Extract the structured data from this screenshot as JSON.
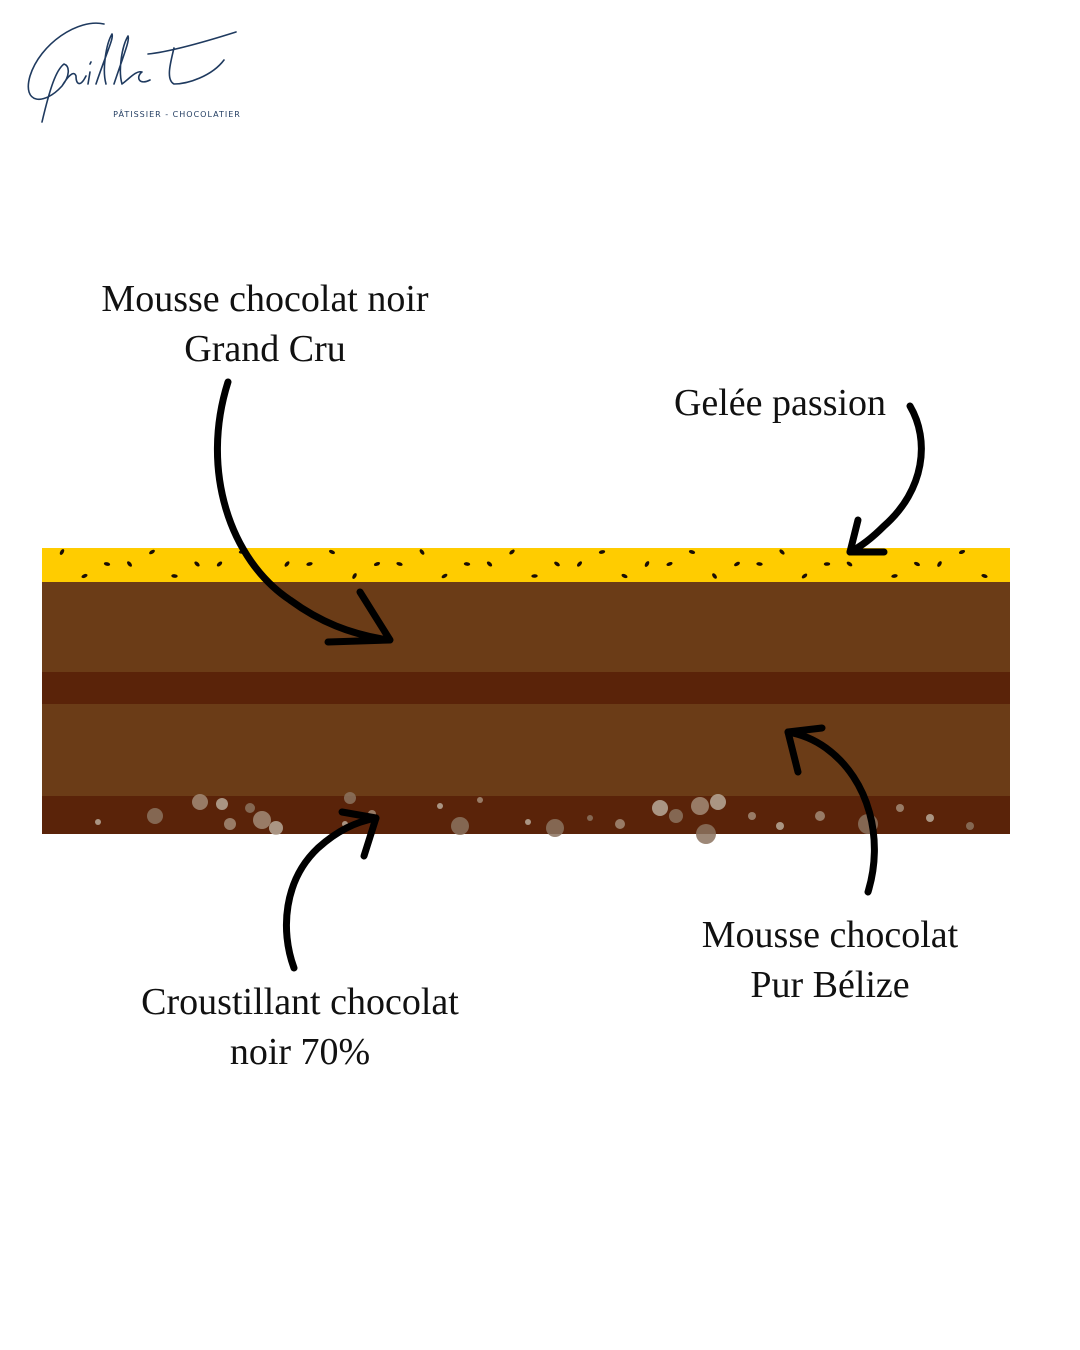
{
  "brand": {
    "signature": "Guillet",
    "subtitle": "PÂTISSIER - CHOCOLATIER",
    "color": "#1f3a5f"
  },
  "labels": {
    "mousse_grand_cru": [
      "Mousse chocolat noir",
      "Grand Cru"
    ],
    "gelee_passion": [
      "Gelée passion"
    ],
    "croustillant": [
      "Croustillant chocolat",
      "noir 70%"
    ],
    "mousse_belize": [
      "Mousse chocolat",
      "Pur Bélize"
    ]
  },
  "colors": {
    "gelee": "#ffcc00",
    "mousse": "#6b3c17",
    "insert": "#5a2309",
    "crust": "#5a2309",
    "seeds": "#1a0e05",
    "arrow": "#000000"
  }
}
